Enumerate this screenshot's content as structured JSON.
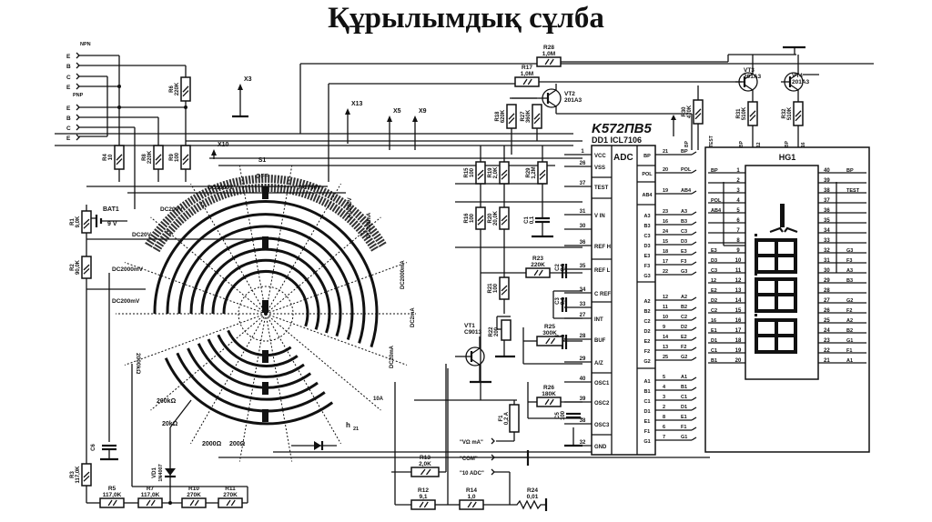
{
  "title": "Құрылымдық сұлба",
  "connector": {
    "npn_label": "NPN",
    "pnp_label": "PNP",
    "npn_pins": [
      "E",
      "B",
      "C",
      "E"
    ],
    "pnp_pins": [
      "E",
      "B",
      "C",
      "E"
    ]
  },
  "test_points": [
    "X3",
    "X13",
    "X5",
    "X9",
    "X10"
  ],
  "resistors": [
    {
      "ref": "R1",
      "value": "9,0K"
    },
    {
      "ref": "R2",
      "value": "90,0K"
    },
    {
      "ref": "R3",
      "value": "117,0K"
    },
    {
      "ref": "R4",
      "value": "10"
    },
    {
      "ref": "R5",
      "value": "117,0K"
    },
    {
      "ref": "R6",
      "value": "220K"
    },
    {
      "ref": "R7",
      "value": "117,0K"
    },
    {
      "ref": "R8",
      "value": "220K"
    },
    {
      "ref": "R9",
      "value": "100"
    },
    {
      "ref": "R10",
      "value": "270K"
    },
    {
      "ref": "R11",
      "value": "270K"
    },
    {
      "ref": "R12",
      "value": "9,1"
    },
    {
      "ref": "R13",
      "value": "2,0K"
    },
    {
      "ref": "R14",
      "value": "1,0"
    },
    {
      "ref": "R15",
      "value": "100"
    },
    {
      "ref": "R16",
      "value": "100"
    },
    {
      "ref": "R17",
      "value": "1,0M"
    },
    {
      "ref": "R18",
      "value": "620K"
    },
    {
      "ref": "R19",
      "value": "2,0K"
    },
    {
      "ref": "R20",
      "value": "20,0K"
    },
    {
      "ref": "R21",
      "value": "100"
    },
    {
      "ref": "R22",
      "value": "200"
    },
    {
      "ref": "R23",
      "value": "220K"
    },
    {
      "ref": "R24",
      "value": "0,01"
    },
    {
      "ref": "R25",
      "value": "300K"
    },
    {
      "ref": "R26",
      "value": "180K"
    },
    {
      "ref": "R27",
      "value": "360K"
    },
    {
      "ref": "R28",
      "value": "1,0M"
    },
    {
      "ref": "R29",
      "value": "1,2M"
    },
    {
      "ref": "R30",
      "value": "470K"
    },
    {
      "ref": "R31",
      "value": "510K"
    },
    {
      "ref": "R32",
      "value": "510K"
    }
  ],
  "capacitors": [
    {
      "ref": "C1",
      "value": "0,1"
    },
    {
      "ref": "C2",
      "value": "0,1"
    },
    {
      "ref": "C3",
      "value": "0,1"
    },
    {
      "ref": "C4",
      "value": "0,1"
    },
    {
      "ref": "C5",
      "value": "100"
    }
  ],
  "transistors": [
    {
      "ref": "VT1",
      "type": "C9013"
    },
    {
      "ref": "VT2",
      "type": "201A3"
    },
    {
      "ref": "VT3",
      "type": "201A3"
    },
    {
      "ref": "VT4",
      "type": "201A3"
    }
  ],
  "diode": {
    "ref": "VD1",
    "type": "1N4007"
  },
  "battery": {
    "ref": "BAT1",
    "value": "9 V"
  },
  "fuse": {
    "ref": "F1",
    "value": "0,2 A"
  },
  "switch": {
    "ref": "S1",
    "off_label": "OFF",
    "ranges": [
      "DC1000V",
      "AC750V",
      "AC200V",
      "DC200mA",
      "DC2000mA",
      "DC2mA",
      "DC20mA",
      "10A",
      "h21",
      "200Ω",
      "2000Ω",
      "20kΩ",
      "200kΩ",
      "2000kΩ",
      "DC200mV",
      "DC2000mV",
      "DC20V",
      "DC200V"
    ]
  },
  "ic": {
    "ref": "DD1",
    "part": "ICL7106",
    "handwritten": "K572ПВ5",
    "block_label": "ADC",
    "left_pins": [
      {
        "num": "1",
        "name": "VCC"
      },
      {
        "num": "26",
        "name": "VSS"
      },
      {
        "num": "37",
        "name": "TEST"
      },
      {
        "num": "31",
        "name": "V IN"
      },
      {
        "num": "30",
        "name": ""
      },
      {
        "num": "36",
        "name": "REF H"
      },
      {
        "num": "35",
        "name": "REF L"
      },
      {
        "num": "34",
        "name": "C REF"
      },
      {
        "num": "33",
        "name": ""
      },
      {
        "num": "27",
        "name": "INT"
      },
      {
        "num": "28",
        "name": "BUF"
      },
      {
        "num": "29",
        "name": "A/Z"
      },
      {
        "num": "40",
        "name": "OSC1"
      },
      {
        "num": "39",
        "name": "OSC2"
      },
      {
        "num": "38",
        "name": "OSC3"
      },
      {
        "num": "32",
        "name": "GND"
      }
    ],
    "right_pins": [
      {
        "num": "21",
        "name": "BP"
      },
      {
        "num": "20",
        "name": "POL"
      },
      {
        "num": "19",
        "name": "AB4"
      },
      {
        "num": "23",
        "name": "A3"
      },
      {
        "num": "16",
        "name": "B3"
      },
      {
        "num": "24",
        "name": "C3"
      },
      {
        "num": "15",
        "name": "D3"
      },
      {
        "num": "18",
        "name": "E3"
      },
      {
        "num": "17",
        "name": "F3"
      },
      {
        "num": "22",
        "name": "G3"
      },
      {
        "num": "12",
        "name": "A2"
      },
      {
        "num": "11",
        "name": "B2"
      },
      {
        "num": "10",
        "name": "C2"
      },
      {
        "num": "9",
        "name": "D2"
      },
      {
        "num": "14",
        "name": "E2"
      },
      {
        "num": "13",
        "name": "F2"
      },
      {
        "num": "25",
        "name": "G2"
      },
      {
        "num": "5",
        "name": "A1"
      },
      {
        "num": "4",
        "name": "B1"
      },
      {
        "num": "3",
        "name": "C1"
      },
      {
        "num": "2",
        "name": "D1"
      },
      {
        "num": "8",
        "name": "E1"
      },
      {
        "num": "6",
        "name": "F1"
      },
      {
        "num": "7",
        "name": "G1"
      }
    ]
  },
  "display": {
    "ref": "HG1",
    "left_labels": [
      "BP",
      "",
      "",
      "POL",
      "AB4",
      "",
      "",
      "",
      "E3",
      "D3",
      "C3",
      "12",
      "E2",
      "D2",
      "C2",
      "16",
      "E1",
      "D1",
      "C1",
      "B1"
    ],
    "left_nums": [
      "1",
      "2",
      "3",
      "4",
      "5",
      "6",
      "7",
      "8",
      "9",
      "10",
      "11",
      "12",
      "13",
      "14",
      "15",
      "16",
      "17",
      "18",
      "19",
      "20"
    ],
    "right_nums": [
      "40",
      "39",
      "38",
      "37",
      "36",
      "35",
      "34",
      "33",
      "32",
      "31",
      "30",
      "29",
      "28",
      "27",
      "26",
      "25",
      "24",
      "23",
      "22",
      "21"
    ],
    "right_labels": [
      "BP",
      "",
      "TEST",
      "",
      "",
      "",
      "",
      "",
      "G3",
      "F3",
      "A3",
      "B3",
      "",
      "G2",
      "F2",
      "A2",
      "B2",
      "G1",
      "F1",
      "A1"
    ]
  },
  "terminals": [
    "\"VΩ mA\"",
    "\"COM\"",
    "\"10 ADC\""
  ],
  "pin_labels_top": [
    "BP",
    "TEST",
    "BP",
    "12",
    "BP",
    "16"
  ]
}
